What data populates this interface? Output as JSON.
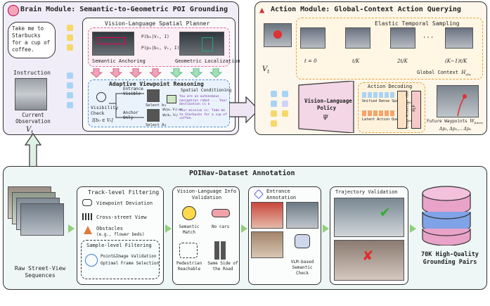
{
  "brain": {
    "title": "Brain Module: Semantic-to-Geometric POI Grounding",
    "speech": "Take me to Starbucks for a cup of coffee.",
    "instruction_label": "Instruction",
    "current_obs_label": "Current Observation",
    "vt": "V",
    "vt_sub": "t",
    "planner_title": "Vision-Language Spatial Planner",
    "semantic_anchoring": "Semantic Anchoring",
    "geometric_localization": "Geometric Localization",
    "prob_a": "P(b₀|Vₜ, I)",
    "prob_b": "P(p₀|b₀, Vₜ, I)",
    "avr_title": "Adaptive Viewpoint Reasoning",
    "entrance_visible": "Entrance Visible",
    "anchor_only": "Anchor Only",
    "visibility_check": "Visibility Check",
    "visibility_formula": "I[b₀ ∈ Vₜ]",
    "select_a": "Select b₀",
    "select_b": "Select A₀",
    "spatial_conditioning": "Spatial Conditioning",
    "nav_prompt1": "You are an autonomous navigation robot ... Your destination is ⊕",
    "nav_prompt2": "Your mission is: Take me to Starbucks for a cup of coffee.",
    "phi1": "Φ(p₀, Vₜ) or",
    "phi2": "Φ(A₀, Vₜ)"
  },
  "action": {
    "title": "Action Module: Global-Context Action Querying",
    "elastic": "Elastic Temporal Sampling",
    "t0": "t = 0",
    "tk": "t/K",
    "t2k": "2t/K",
    "tk1": "(K−1)t/K",
    "dots": "···",
    "global_ctx": "Global Context",
    "hctx": "H",
    "hctx_sub": "ctx",
    "vt": "V",
    "vt_sub": "t",
    "vlp_line1": "Vision-Language",
    "vlp_line2": "Policy",
    "psi": "Ψ",
    "decoding": "Action Decoding",
    "unified_label": "Unified Dense Space",
    "z_ctx": "Z",
    "z_sub": "ctx",
    "latent_label": "Latent Action Query",
    "q_act": "Q",
    "q_sub": "act",
    "cross_attn": "Cross Attention (CA)",
    "mlp": "MLP",
    "future_label": "Future Waypoints",
    "w_future": "W",
    "w_sub": "future",
    "deltas": "Δp₁, Δp₂,... Δpₙ"
  },
  "dataset": {
    "title": "POINav-Dataset Annotation",
    "raw": "Raw Street-View Sequences",
    "track_title": "Track-level Filtering",
    "viewpoint": "Viewpoint Deviation",
    "cross": "Cross-street View",
    "obstacles": "Obstacles",
    "obstacles_eg": "(e.g., flower beds)",
    "sample_title": "Sample-level Filtering",
    "sample_line1": "Point&Image Validation",
    "sample_line2": "Optimal Frame Selection",
    "vl_title": "Vision-Language Info Validation",
    "semantic_match": "Semantic Match",
    "no_cars": "No cars",
    "pedestrian": "Pedestrian Reachable",
    "same_side": "Same Side of the Road",
    "entrance_title": "Entrance Annotation",
    "vlm_check": "VLM-based Semantic Check",
    "traj_title": "Trajectory Validation",
    "pairs": "70K High-Quality Grounding Pairs"
  },
  "colors": {
    "brain_bg": "#f1edf8",
    "action_bg": "#fdf6ea",
    "dataset_bg": "#eef6f6",
    "accent_green": "#8fcf7a",
    "db_pink": "#e9a3c8"
  }
}
